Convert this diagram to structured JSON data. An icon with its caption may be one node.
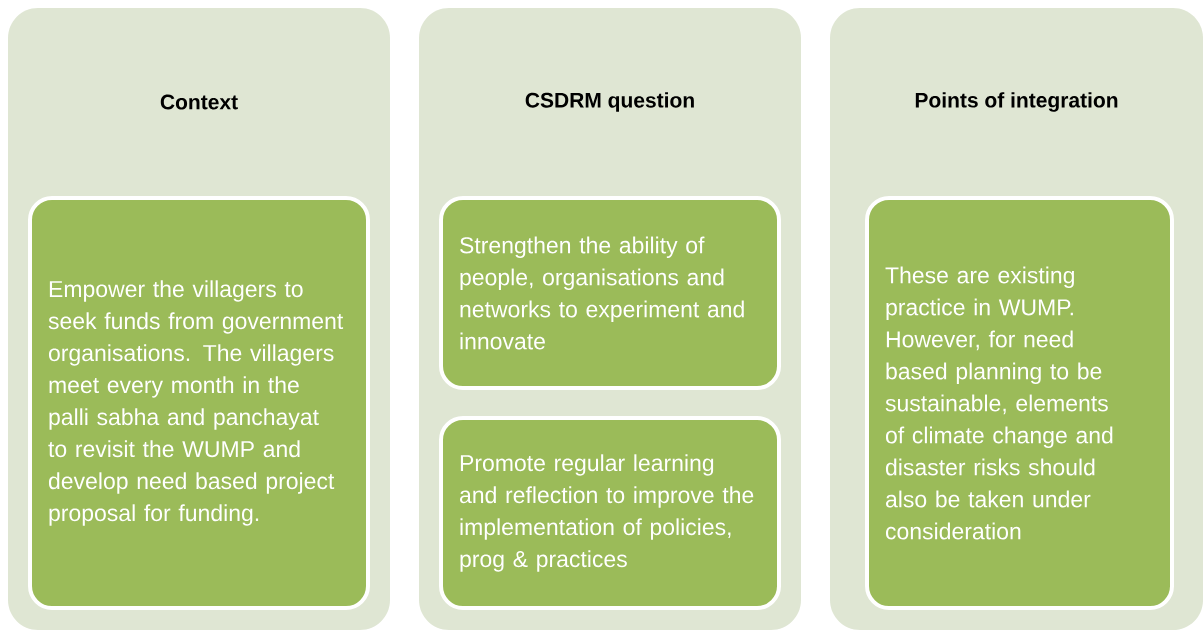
{
  "diagram": {
    "nodes": [
      {
        "text": [
          "Context"
        ]
      },
      {
        "text": [
          "Empower the villagers to seek funds from government organisations. The villagers meet every month in the palli sabha and panchayat to revisit the WUMP and develop need based project proposal for funding."
        ],
        "in": 0
      },
      {
        "text": [
          "CSDRM question"
        ]
      },
      {
        "text": [
          "Strengthen the ability of people, organisations and networks to experiment and innovate"
        ],
        "in": 2
      },
      {
        "text": [
          "Promote regular learning and reflection to improve the implementation of policies, prog & practices"
        ],
        "in": 2
      },
      {
        "text": [
          "Points of integration"
        ]
      },
      {
        "text": [
          "These are existing practice in WUMP. However, for need based planning to be sustainable, elements of climate change and disaster risks should also be taken under consideration"
        ],
        "in": 5
      }
    ]
  }
}
